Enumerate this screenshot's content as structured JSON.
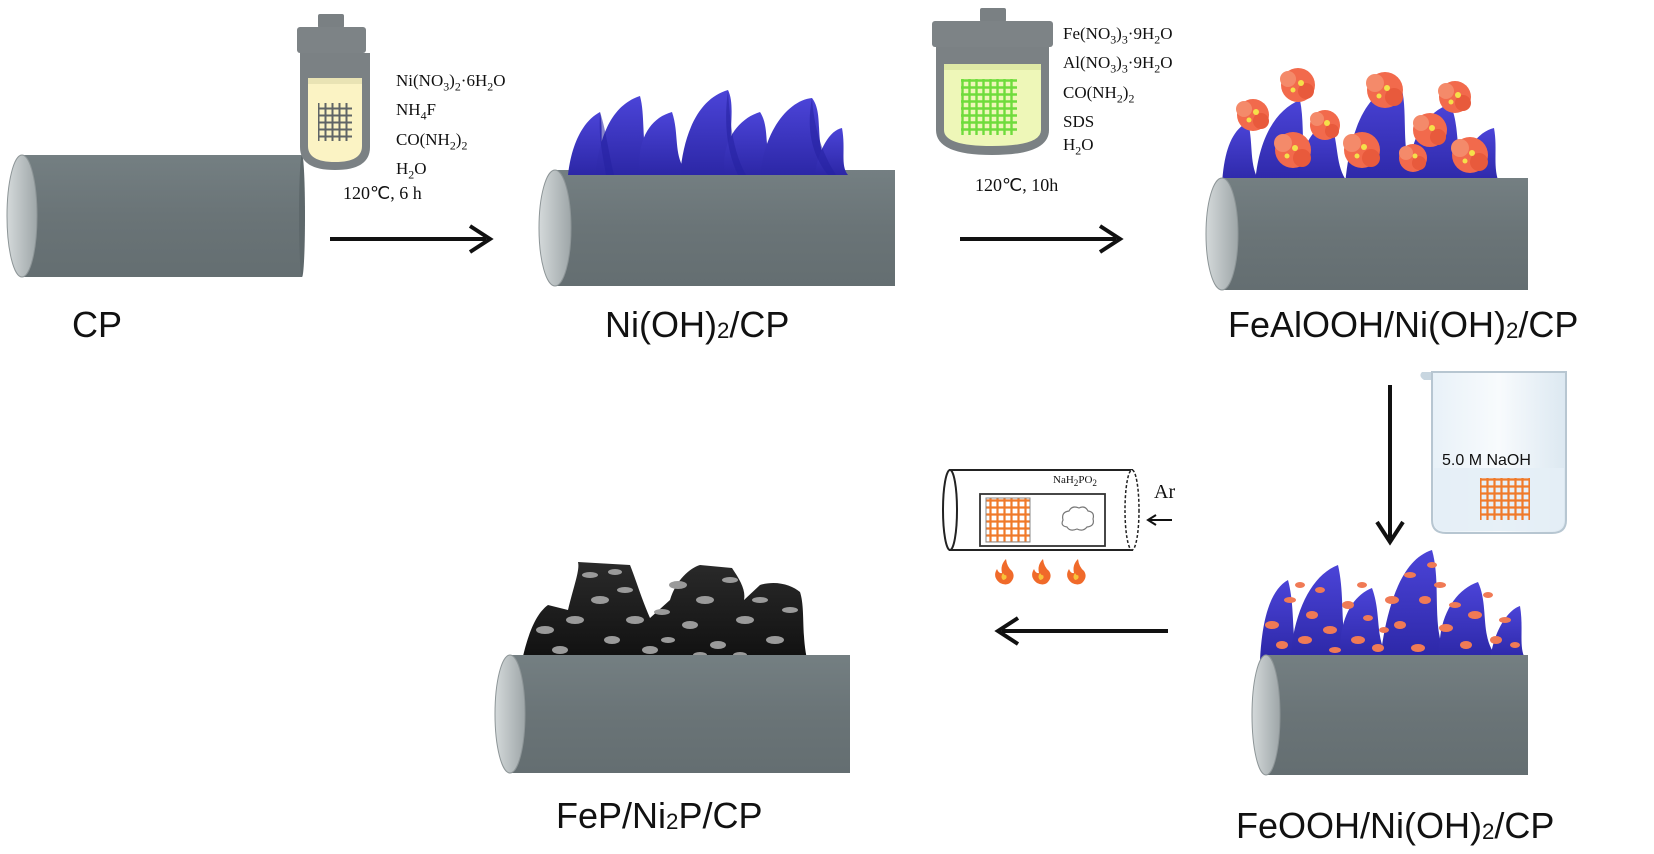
{
  "labels": {
    "cp": "CP",
    "ni_oh2_cp": {
      "a": "Ni(OH)",
      "sub": "2",
      "b": "/CP"
    },
    "fealooh": {
      "a": "FeAlOOH/Ni(OH)",
      "sub": "2",
      "b": "/CP"
    },
    "feooh": {
      "a": "FeOOH/Ni(OH)",
      "sub": "2",
      "b": "/CP"
    },
    "fep": {
      "a": "FeP/Ni",
      "sub": "2",
      "b": "P/CP"
    }
  },
  "step1": {
    "reagents": [
      {
        "parts": [
          [
            "Ni(NO",
            ""
          ],
          [
            "3",
            "sub"
          ],
          [
            ")",
            ""
          ],
          [
            "2",
            "sub"
          ],
          [
            "·6H",
            ""
          ],
          [
            "2",
            "sub"
          ],
          [
            "O",
            ""
          ]
        ]
      },
      {
        "parts": [
          [
            "NH",
            ""
          ],
          [
            "4",
            "sub"
          ],
          [
            "F",
            ""
          ]
        ]
      },
      {
        "parts": [
          [
            "CO(NH",
            ""
          ],
          [
            "2",
            "sub"
          ],
          [
            ")",
            ""
          ],
          [
            "2",
            "sub"
          ]
        ]
      },
      {
        "parts": [
          [
            "H",
            ""
          ],
          [
            "2",
            "sub"
          ],
          [
            "O",
            ""
          ]
        ]
      }
    ],
    "condition": "120℃,  6 h"
  },
  "step2": {
    "reagents": [
      {
        "parts": [
          [
            "Fe(NO",
            ""
          ],
          [
            "3",
            "sub"
          ],
          [
            ")",
            ""
          ],
          [
            "3",
            "sub"
          ],
          [
            "·9H",
            ""
          ],
          [
            "2",
            "sub"
          ],
          [
            "O",
            ""
          ]
        ]
      },
      {
        "parts": [
          [
            "Al(NO",
            ""
          ],
          [
            "3",
            "sub"
          ],
          [
            ")",
            ""
          ],
          [
            "3",
            "sub"
          ],
          [
            "·9H",
            ""
          ],
          [
            "2",
            "sub"
          ],
          [
            "O",
            ""
          ]
        ]
      },
      {
        "parts": [
          [
            "CO(NH",
            ""
          ],
          [
            "2",
            "sub"
          ],
          [
            ")",
            ""
          ],
          [
            "2",
            "sub"
          ]
        ]
      },
      {
        "parts": [
          [
            "SDS",
            ""
          ]
        ]
      },
      {
        "parts": [
          [
            "H",
            ""
          ],
          [
            "2",
            "sub"
          ],
          [
            "O",
            ""
          ]
        ]
      }
    ],
    "condition": "120℃, 10h"
  },
  "step3": {
    "beaker_label": "5.0 M NaOH"
  },
  "step4": {
    "reagent": {
      "parts": [
        [
          "NaH",
          ""
        ],
        [
          "2",
          "sub"
        ],
        [
          "PO",
          ""
        ],
        [
          "2",
          "sub"
        ]
      ]
    },
    "gas": "Ar"
  },
  "colors": {
    "cylinder": "#6f7a7d",
    "cylinder_end": "#b9c0c2",
    "nanosheet": "#3a33c4",
    "flower": "#f26a4c",
    "particle": "#f07a55",
    "fep_sheet": "#1e1e1e",
    "fep_particle": "#9a9a9a",
    "autoclave_body": "#7c8285",
    "solution1": "#fbf3c4",
    "solution2": "#eef7b8",
    "mesh_gray": "#6b6f70",
    "mesh_green": "#79e04a",
    "mesh_orange": "#f07a2a",
    "flame": "#f06a2a"
  }
}
